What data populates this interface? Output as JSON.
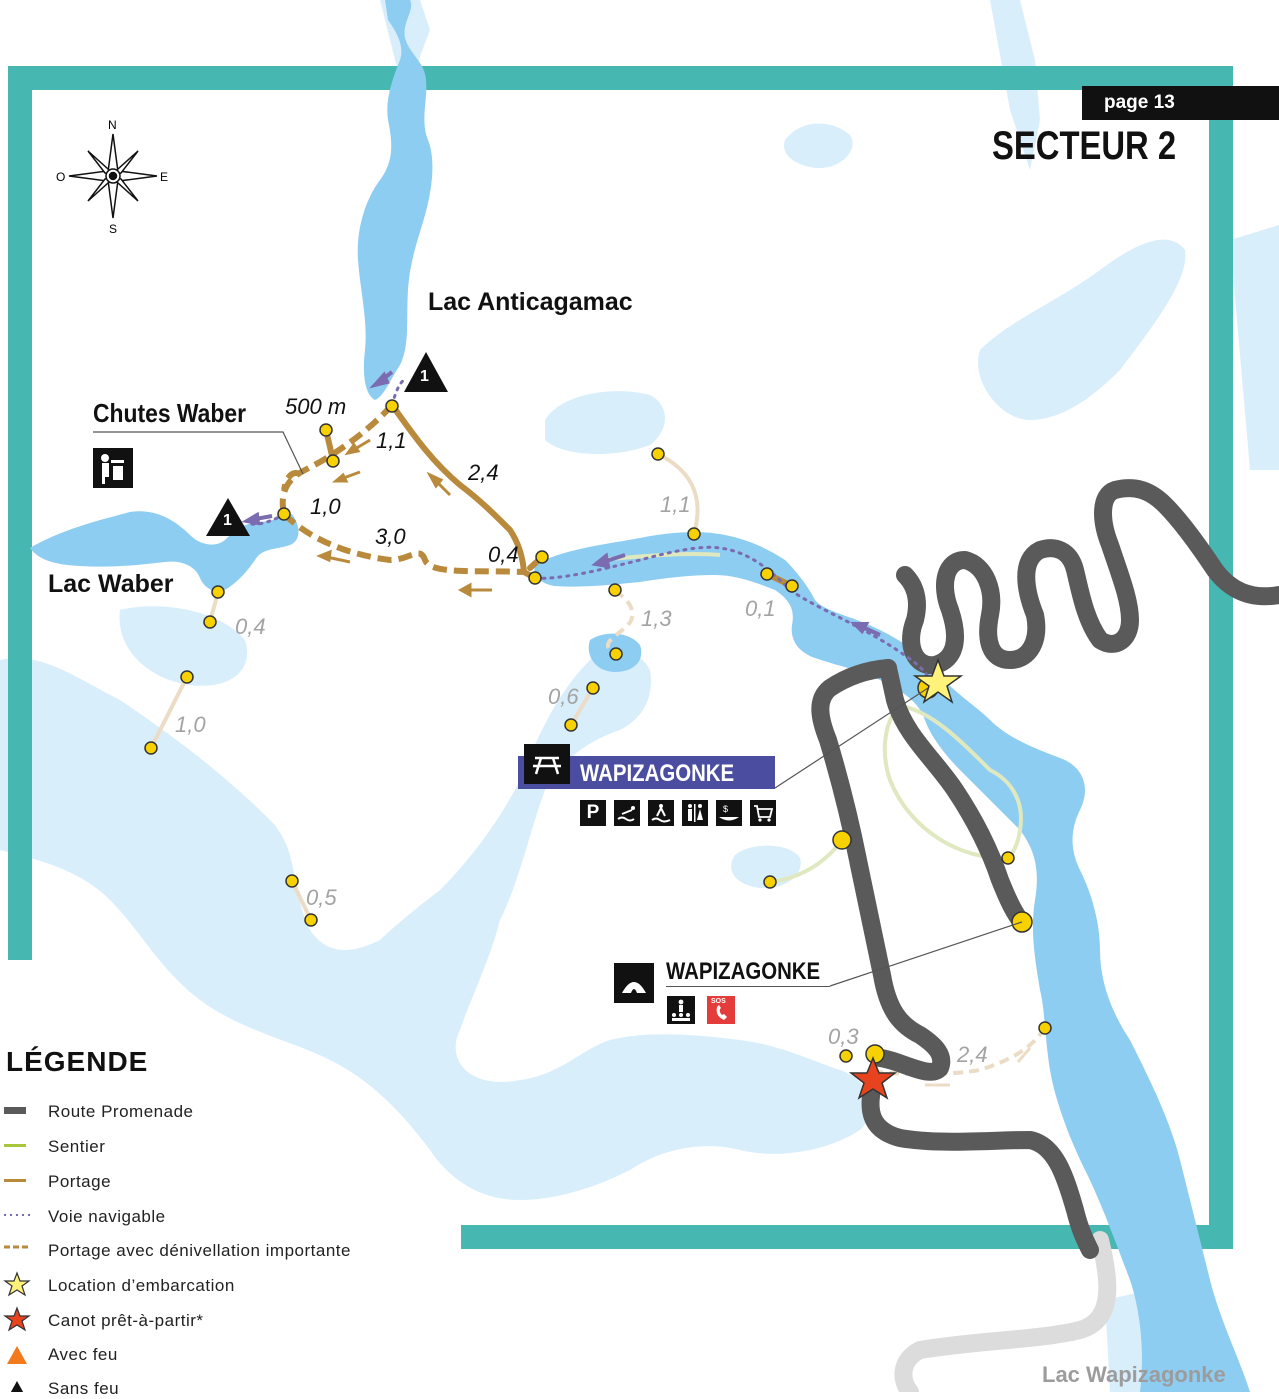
{
  "header": {
    "page": "page 13",
    "sector": "SECTEUR 2"
  },
  "compass": {
    "n": "N",
    "s": "S",
    "e": "E",
    "w": "O"
  },
  "places": {
    "lac_anticagamac": "Lac Anticagamac",
    "chutes_waber": "Chutes Waber",
    "lac_waber": "Lac Waber",
    "lac_wapizagonke": "Lac Wapizagonke"
  },
  "distances": {
    "d500m": "500 m",
    "d11a": "1,1",
    "d24a": "2,4",
    "d10a": "1,0",
    "d30": "3,0",
    "d04a": "0,4",
    "d11b": "1,1",
    "d01": "0,1",
    "d13": "1,3",
    "d04b": "0,4",
    "d06": "0,6",
    "d10b": "1,0",
    "d05": "0,5",
    "d03": "0,3",
    "d24b": "2,4"
  },
  "campsite_number": "1",
  "facilities": {
    "picnic": {
      "name": "WAPIZAGONKE",
      "icons": [
        "parking-icon",
        "swimming-icon",
        "beach-icon",
        "toilets-icon",
        "canoe-rental-icon",
        "shop-icon"
      ]
    },
    "camping": {
      "name": "WAPIZAGONKE",
      "icons": [
        "group-activity-icon",
        "sos-phone-icon"
      ],
      "sos": "SOS"
    }
  },
  "legend": {
    "title": "LÉGENDE",
    "items": [
      {
        "label": "Route Promenade",
        "icon": "road-swatch"
      },
      {
        "label": "Sentier",
        "icon": "trail-swatch"
      },
      {
        "label": "Portage",
        "icon": "portage-swatch"
      },
      {
        "label": "Voie navigable",
        "icon": "waterway-swatch"
      },
      {
        "label": "Portage avec dénivellation importante",
        "icon": "steep-portage-swatch"
      },
      {
        "label": "Location d’embarcation",
        "icon": "yellow-star-icon"
      },
      {
        "label": "Canot prêt-à-partir*",
        "icon": "red-star-icon"
      },
      {
        "label": "Avec feu",
        "icon": "orange-triangle-icon"
      },
      {
        "label": "Sans feu",
        "icon": "black-triangle-icon"
      }
    ]
  },
  "colors": {
    "water": "#8ecdf2",
    "water_light": "#d9eefb",
    "frame": "#47b7b1",
    "road": "#5a5a5a",
    "portage": "#b98a3c",
    "portage_light": "#ecdcc5",
    "trail": "#dfe8bf",
    "waterway": "#7b6bb0",
    "node": "#f8d100",
    "facility_blue": "#4b4ea0",
    "sos_red": "#e43b3b"
  }
}
